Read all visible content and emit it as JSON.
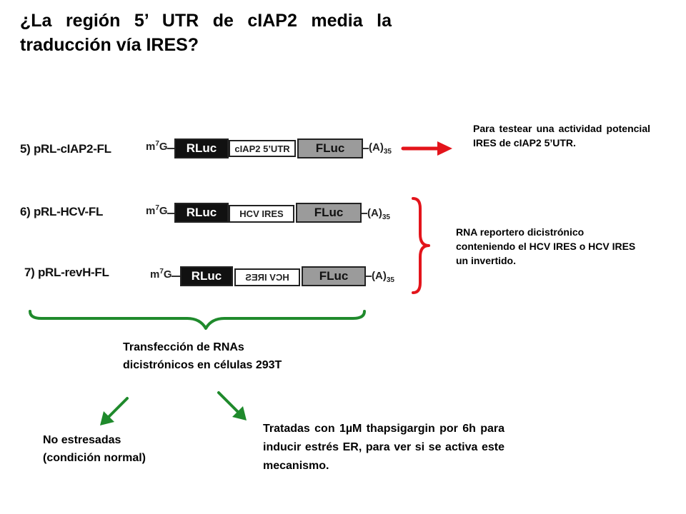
{
  "title": {
    "line1": "¿La región 5’ UTR de cIAP2 media la",
    "line2": "traducción vía IRES?"
  },
  "constructs": [
    {
      "label": "5) pRL-cIAP2-FL",
      "cap": "m",
      "cap_sup": "7",
      "cap_suffix": "G",
      "rluc": "RLuc",
      "middle": "cIAP2 5’UTR",
      "fluc": "FLuc",
      "polya": "(A)",
      "polya_sub": "35"
    },
    {
      "label": "6) pRL-HCV-FL",
      "cap": "m",
      "cap_sup": "7",
      "cap_suffix": "G",
      "rluc": "RLuc",
      "middle": "HCV IRES",
      "fluc": "FLuc",
      "polya": "(A)",
      "polya_sub": "35"
    },
    {
      "label": "7) pRL-revH-FL",
      "cap": "m",
      "cap_sup": "7",
      "cap_suffix": "G",
      "rluc": "RLuc",
      "middle": "HCV IRES",
      "fluc": "FLuc",
      "polya": "(A)",
      "polya_sub": "35"
    }
  ],
  "notes": {
    "ires_test": "Para testear una actividad potencial IRES de cIAP2 5’UTR.",
    "reporter": "RNA reportero dicistrónico conteniendo el HCV IRES o HCV IRES un invertido.",
    "transfection": "Transfección de RNAs dicistrónicos en células 293T",
    "treated": "Tratadas con 1µM thapsigargin por 6h para inducir estrés ER, para ver si se activa este mecanismo.",
    "unstressed": "No estresadas (condición normal)"
  },
  "colors": {
    "red_arrow": "#e3141b",
    "green": "#1f8a2c",
    "rluc_fill": "#111111",
    "fluc_fill": "#9b9b9b"
  }
}
